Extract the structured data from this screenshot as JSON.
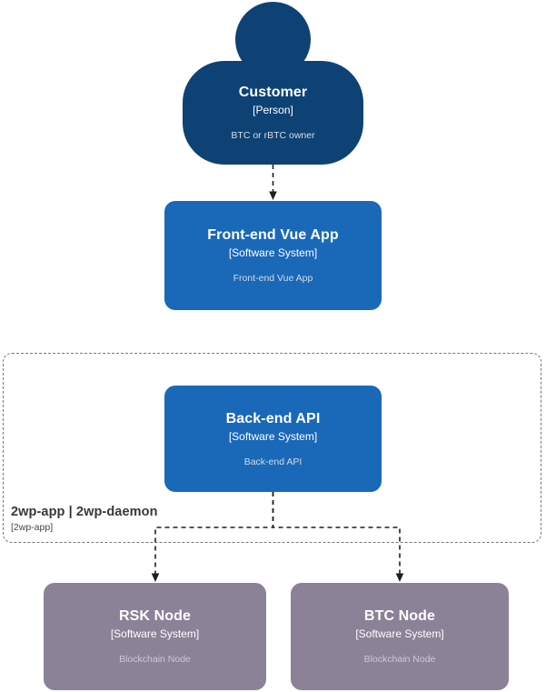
{
  "diagram": {
    "type": "c4-context-diagram",
    "background_color": "#ffffff",
    "palette": {
      "person": "#0E4275",
      "software_system": "#1A68B8",
      "external_node": "#8B8298",
      "boundary_stroke": "#777777",
      "edge_stroke": "#1f1f1f",
      "title_text": "#ffffff",
      "description_text": "#d6d6d6"
    }
  },
  "nodes": {
    "customer": {
      "title": "Customer",
      "type": "[Person]",
      "description": "BTC or rBTC owner",
      "shape": "person",
      "color": "#0E4275"
    },
    "frontend": {
      "title": "Front-end Vue App",
      "type": "[Software System]",
      "description": "Front-end Vue App",
      "shape": "box",
      "color": "#1A68B8"
    },
    "backend": {
      "title": "Back-end API",
      "type": "[Software System]",
      "description": "Back-end API",
      "shape": "box",
      "color": "#1A68B8"
    },
    "rsk_node": {
      "title": "RSK Node",
      "type": "[Software System]",
      "description": "Blockchain Node",
      "shape": "box",
      "color": "#8B8298"
    },
    "btc_node": {
      "title": "BTC Node",
      "type": "[Software System]",
      "description": "Blockchain Node",
      "shape": "box",
      "color": "#8B8298"
    }
  },
  "boundary": {
    "name": "2wp-app | 2wp-daemon",
    "type": "[2wp-app]",
    "style": "dashed"
  },
  "edges": [
    {
      "id": "customer-to-frontend",
      "from": "customer",
      "to": "frontend",
      "label": "",
      "style": "dashed",
      "arrow": "end"
    },
    {
      "id": "backend-to-rsk-node",
      "from": "backend",
      "to": "rsk_node",
      "label": "",
      "style": "dashed",
      "arrow": "end"
    },
    {
      "id": "backend-to-btc-node",
      "from": "backend",
      "to": "btc_node",
      "label": "",
      "style": "dashed",
      "arrow": "end"
    }
  ]
}
